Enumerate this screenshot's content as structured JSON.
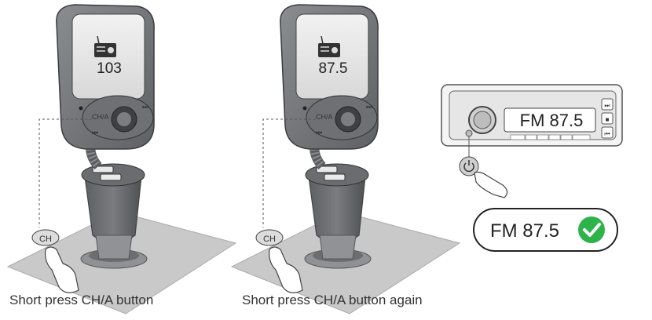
{
  "panel1": {
    "display_value": "103",
    "ch_button_label": "CH/A",
    "press_button_label": "CH",
    "caption": "Short press CH/A button"
  },
  "panel2": {
    "display_value": "87.5",
    "ch_button_label": "CH/A",
    "press_button_label": "CH",
    "caption": "Short press CH/A button again"
  },
  "car_radio": {
    "display_text": "FM 87.5",
    "buttons": [
      "⏭",
      "■",
      "⏮"
    ]
  },
  "result_badge": {
    "text": "FM 87.5",
    "check_color": "#2db34a"
  },
  "icons": [
    "radio-icon",
    "power-icon",
    "checkmark-icon",
    "hand-icon"
  ]
}
